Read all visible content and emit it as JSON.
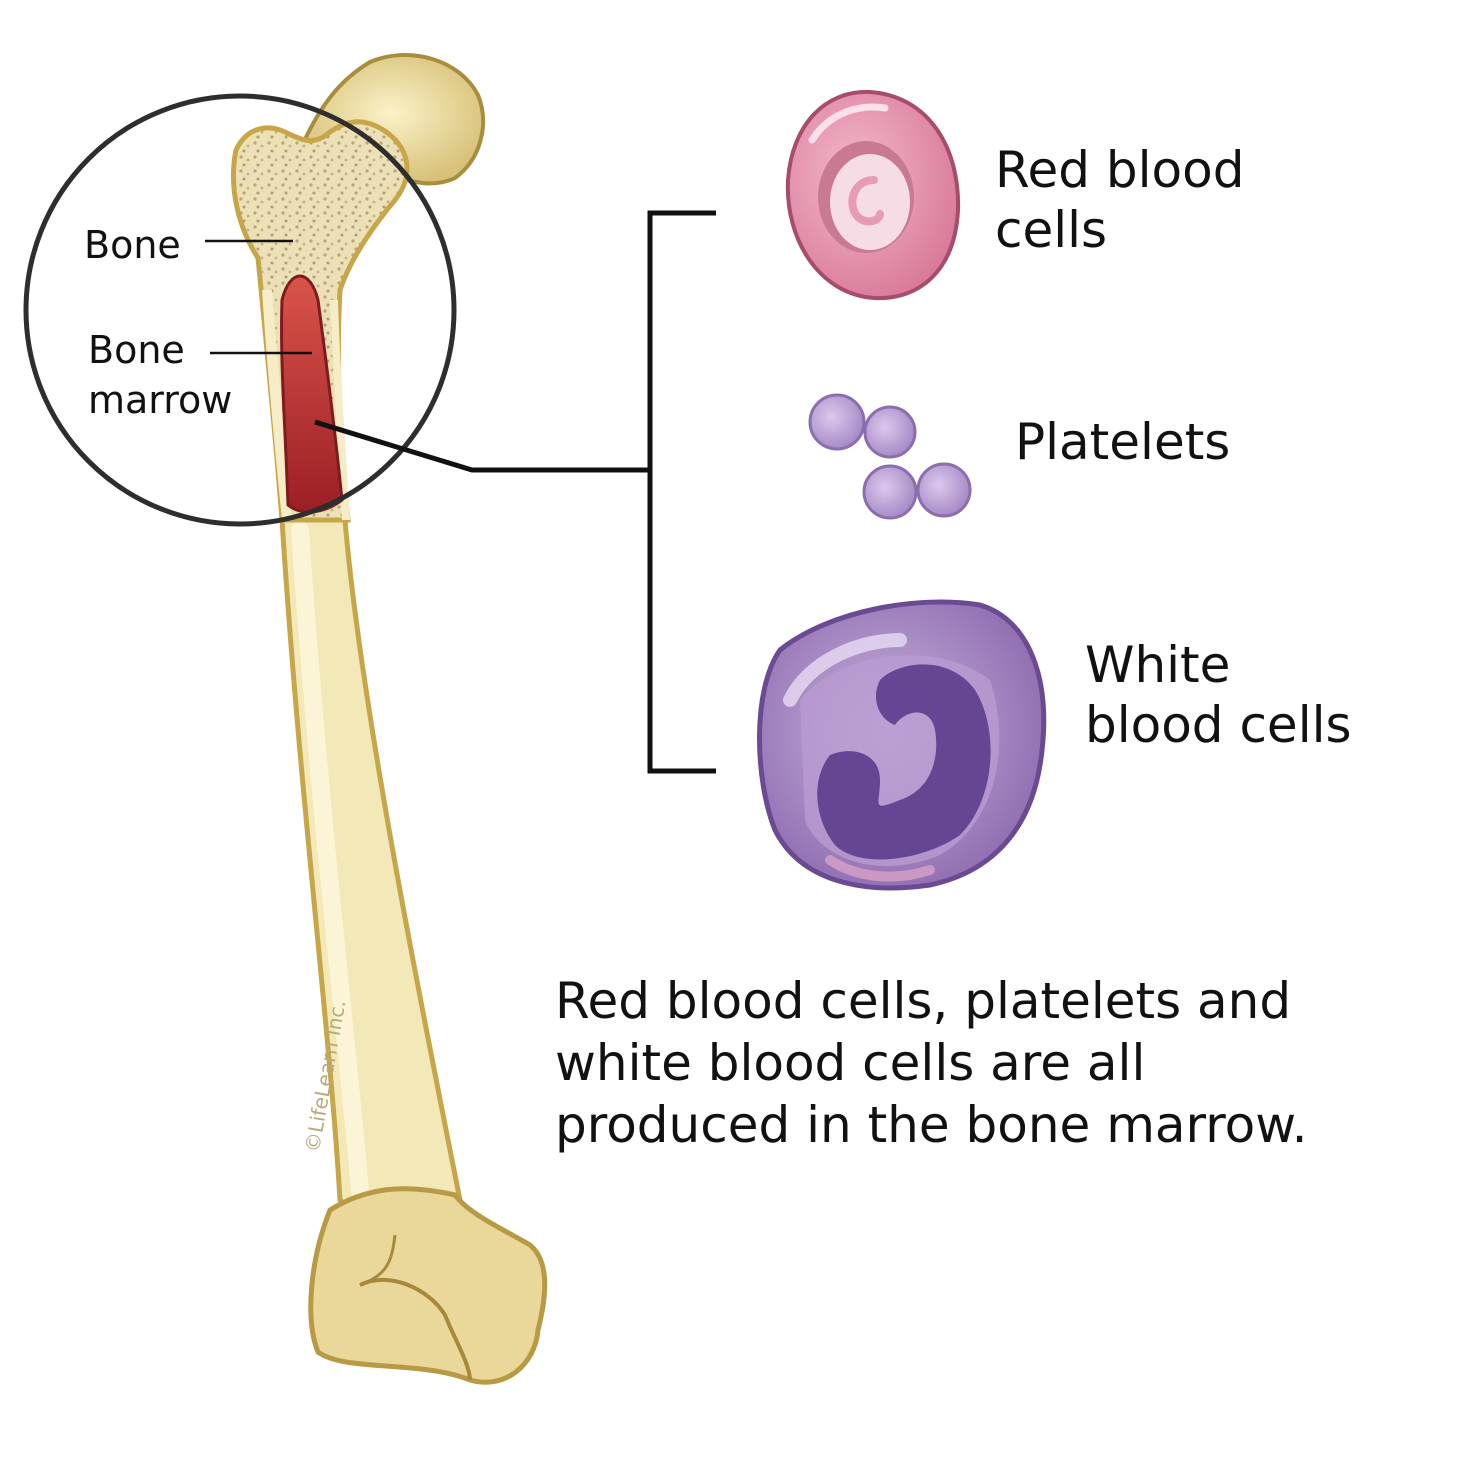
{
  "labels": {
    "bone": "Bone",
    "bone_marrow_line1": "Bone",
    "bone_marrow_line2": "marrow",
    "red_blood_cells_line1": "Red blood",
    "red_blood_cells_line2": "cells",
    "platelets": "Platelets",
    "white_blood_cells_line1": "White",
    "white_blood_cells_line2": "blood cells"
  },
  "caption": {
    "line1": "Red blood cells, platelets and",
    "line2": "white blood cells are all",
    "line3": "produced in the bone marrow."
  },
  "watermark": "©LifeLearn Inc.",
  "colors": {
    "bone_fill": "#f3e8b8",
    "bone_outline": "#c7a64a",
    "marrow": "#a3262a",
    "red_cell": "#e48aa6",
    "platelet": "#b59bd1",
    "white_cell": "#9b7ab9",
    "nucleus": "#5e3f8e"
  }
}
